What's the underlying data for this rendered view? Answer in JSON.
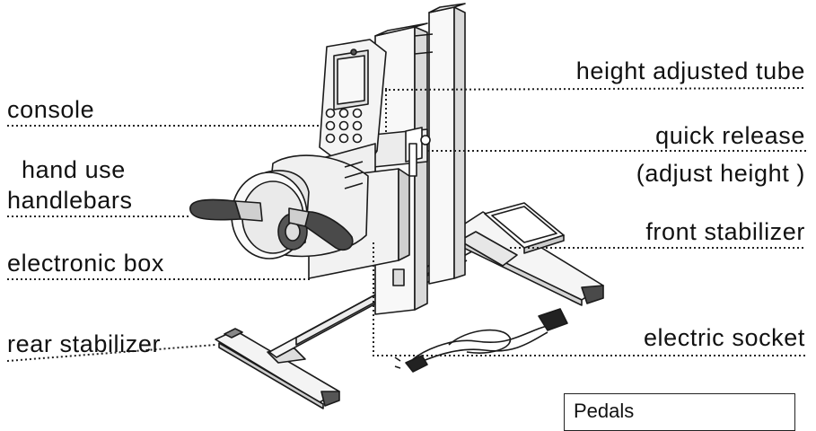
{
  "labels": {
    "console": "console",
    "hand_use": "hand use",
    "handlebars": "handlebars",
    "electronic_box": "electronic box",
    "rear_stabilizer": "rear stabilizer",
    "height_adjusted_tube": "height adjusted tube",
    "quick_release": "quick release",
    "adjust_height": "(adjust height )",
    "front_stabilizer": "front stabilizer",
    "electric_socket": "electric socket"
  },
  "inset": {
    "label": "Pedals"
  }
}
